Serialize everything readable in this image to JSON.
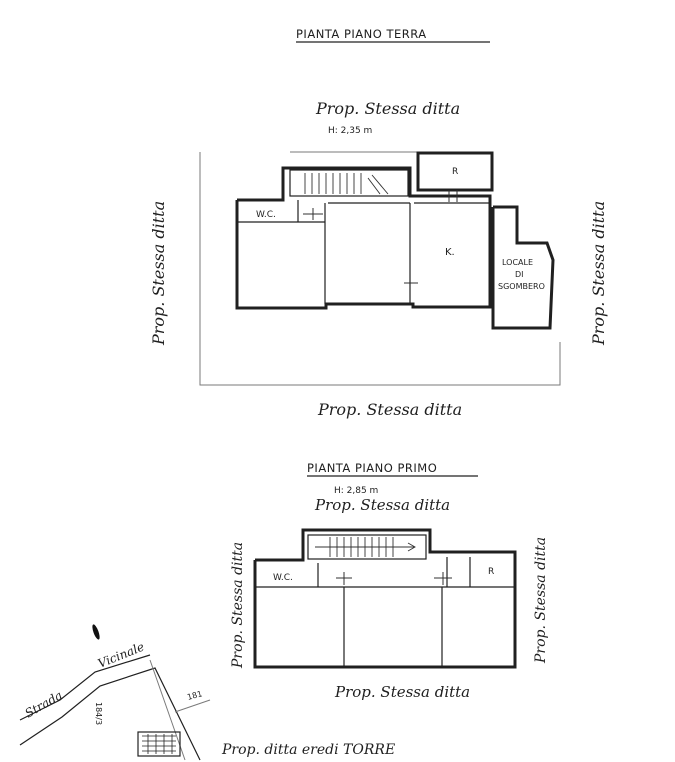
{
  "ground_floor": {
    "title": "PIANTA PIANO TERRA",
    "north": "Prop. Stessa ditta",
    "height": "H: 2,35 m",
    "west": "Prop. Stessa ditta",
    "east": "Prop. Stessa ditta",
    "south": "Prop. Stessa ditta",
    "rooms": {
      "wc": "W.C.",
      "r": "R",
      "k": "K.",
      "storage_line1": "LOCALE",
      "storage_line2": "DI",
      "storage_line3": "SGOMBERO"
    }
  },
  "first_floor": {
    "title": "PIANTA PIANO PRIMO",
    "height": "H: 2,85 m",
    "north": "Prop. Stessa ditta",
    "west": "Prop. Stessa ditta",
    "east": "Prop. Stessa ditta",
    "south": "Prop. Stessa ditta",
    "rooms": {
      "wc": "W.C.",
      "r": "R"
    }
  },
  "site_map": {
    "road_word1": "Strada",
    "road_word2": "Vicinale",
    "parcel_a": "184/3",
    "parcel_b": "181",
    "owner_label": "Prop. ditta eredi TORRE"
  }
}
